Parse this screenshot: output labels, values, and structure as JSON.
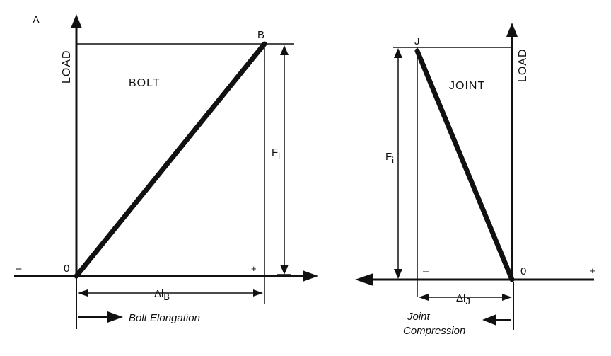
{
  "bolt_diagram": {
    "corner_label": "A",
    "axis_label": "LOAD",
    "title": "BOLT",
    "point_top": "B",
    "origin": "0",
    "minus": "–",
    "plus": "+",
    "force_label": "F",
    "force_subscript": "i",
    "delta_label": "Δl",
    "delta_subscript": "B",
    "motion_label": "Bolt Elongation"
  },
  "joint_diagram": {
    "axis_label": "LOAD",
    "title": "JOINT",
    "point_top": "J",
    "origin": "0",
    "minus": "–",
    "plus": "+",
    "force_label": "F",
    "force_subscript": "i",
    "delta_label": "Δl",
    "delta_subscript": "J",
    "motion_label_line1": "Joint",
    "motion_label_line2": "Compression"
  }
}
